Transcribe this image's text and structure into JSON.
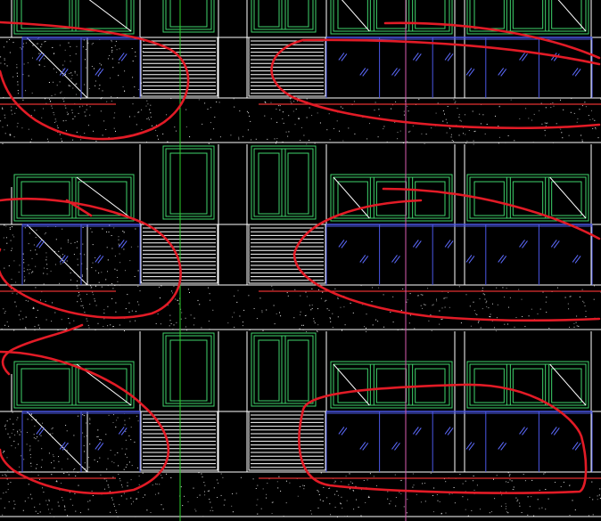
{
  "drawing": {
    "background": "#000000",
    "colors": {
      "structure": "#FFFFFF",
      "window_frame": "#3FD36B",
      "railing": "#4B57E6",
      "glass_hatch": "#5D6BFF",
      "slab_edge": "#E23030",
      "markup": "#E21B26",
      "guide_green": "#2BD12B",
      "guide_magenta": "#D75BB0",
      "concrete_dots": "#FFFFFF"
    },
    "floors": 3,
    "elements": [
      "window-frame",
      "glass-railing",
      "louver-screen",
      "slab",
      "revision-cloud",
      "guide-line"
    ]
  }
}
